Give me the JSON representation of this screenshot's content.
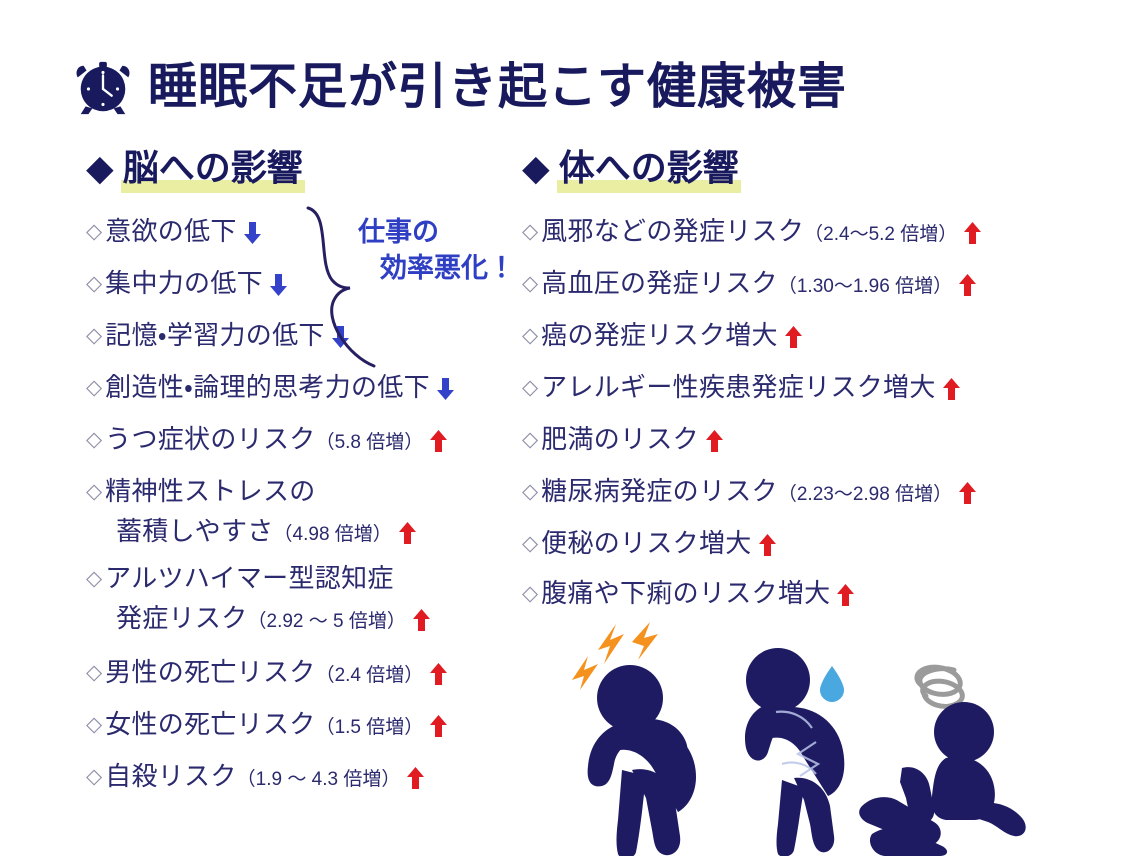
{
  "title": {
    "icon": "alarm-clock-icon",
    "text": "睡眠不足が引き起こす健康被害"
  },
  "colors": {
    "navy": "#191a5e",
    "text_navy": "#2b2a6e",
    "blue_arrow": "#3342c8",
    "red_arrow": "#e01b22",
    "highlight_yellow": "#eaeea2",
    "annotation_blue": "#2f3fc4",
    "bullet_gray": "#8f8fa8",
    "bolt_orange": "#f5921e",
    "sweat_blue": "#4aa8e0",
    "spiral_gray": "#9b9b9b"
  },
  "sections": [
    {
      "id": "brain",
      "diamond": "◆",
      "heading": "脳への影響",
      "items": [
        {
          "bullet": "◇",
          "text": "意欲の低下",
          "paren": "",
          "arrow": "down"
        },
        {
          "bullet": "◇",
          "text": "集中力の低下",
          "paren": "",
          "arrow": "down"
        },
        {
          "bullet": "◇",
          "text": "記憶・学習力の低下",
          "paren": "",
          "arrow": "down"
        },
        {
          "bullet": "◇",
          "text": "創造性・論理的思考力の低下",
          "paren": "",
          "arrow": "down"
        },
        {
          "bullet": "◇",
          "text": "うつ症状のリスク",
          "paren": "（5.8 倍増）",
          "arrow": "up"
        },
        {
          "bullet": "◇",
          "text": "精神性ストレスの",
          "line2": "蓄積しやすさ",
          "paren": "（4.98 倍増）",
          "arrow": "up"
        },
        {
          "bullet": "◇",
          "text": "アルツハイマー型認知症",
          "line2": "発症リスク",
          "paren": "（2.92 〜 5 倍増）",
          "arrow": "up"
        },
        {
          "bullet": "◇",
          "text": "男性の死亡リスク",
          "paren": "（2.4 倍増）",
          "arrow": "up"
        },
        {
          "bullet": "◇",
          "text": "女性の死亡リスク",
          "paren": "（1.5 倍増）",
          "arrow": "up"
        },
        {
          "bullet": "◇",
          "text": "自殺リスク",
          "paren": "（1.9 〜 4.3 倍増）",
          "arrow": "up"
        }
      ]
    },
    {
      "id": "body",
      "diamond": "◆",
      "heading": "体への影響",
      "items": [
        {
          "bullet": "◇",
          "text": "風邪などの発症リスク",
          "paren": "（2.4〜5.2 倍増）",
          "arrow": "up"
        },
        {
          "bullet": "◇",
          "text": "高血圧の発症リスク",
          "paren": "（1.30〜1.96 倍増）",
          "arrow": "up"
        },
        {
          "bullet": "◇",
          "text": "癌の発症リスク増大",
          "paren": "",
          "arrow": "up"
        },
        {
          "bullet": "◇",
          "text": "アレルギー性疾患発症リスク増大",
          "paren": "",
          "arrow": "up"
        },
        {
          "bullet": "◇",
          "text": "肥満のリスク",
          "paren": "",
          "arrow": "up"
        },
        {
          "bullet": "◇",
          "text": "糖尿病発症のリスク",
          "paren": "（2.23〜2.98 倍増）",
          "arrow": "up"
        },
        {
          "bullet": "◇",
          "text": "便秘のリスク増大",
          "paren": "",
          "arrow": "up"
        },
        {
          "bullet": "◇",
          "text": "腹痛や下痢のリスク増大",
          "paren": "",
          "arrow": "up"
        }
      ]
    }
  ],
  "annotation": {
    "line1": "仕事の",
    "line2": "効率悪化！",
    "bracket": "curly-brace"
  },
  "pictograms": [
    {
      "name": "person-headache",
      "accent": "lightning-bolts"
    },
    {
      "name": "person-nausea",
      "accent": "sweat-drop"
    },
    {
      "name": "person-dizzy-sitting",
      "accent": "spiral"
    }
  ]
}
